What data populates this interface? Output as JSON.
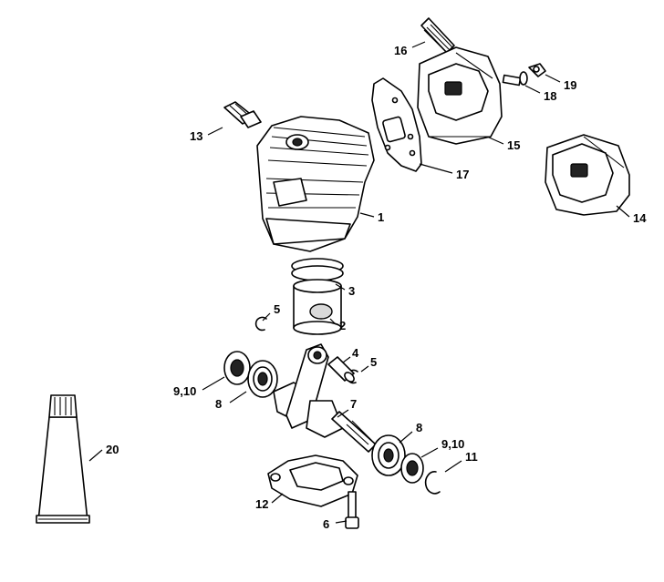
{
  "callouts": {
    "c1": "1",
    "c2": "2",
    "c3": "3",
    "c4": "4",
    "c5a": "5",
    "c5b": "5",
    "c6": "6",
    "c7": "7",
    "c8a": "8",
    "c8b": "8",
    "c910a": "9,10",
    "c910b": "9,10",
    "c11": "11",
    "c12": "12",
    "c13": "13",
    "c14": "14",
    "c15": "15",
    "c16": "16",
    "c17": "17",
    "c18": "18",
    "c19": "19",
    "c20": "20"
  }
}
